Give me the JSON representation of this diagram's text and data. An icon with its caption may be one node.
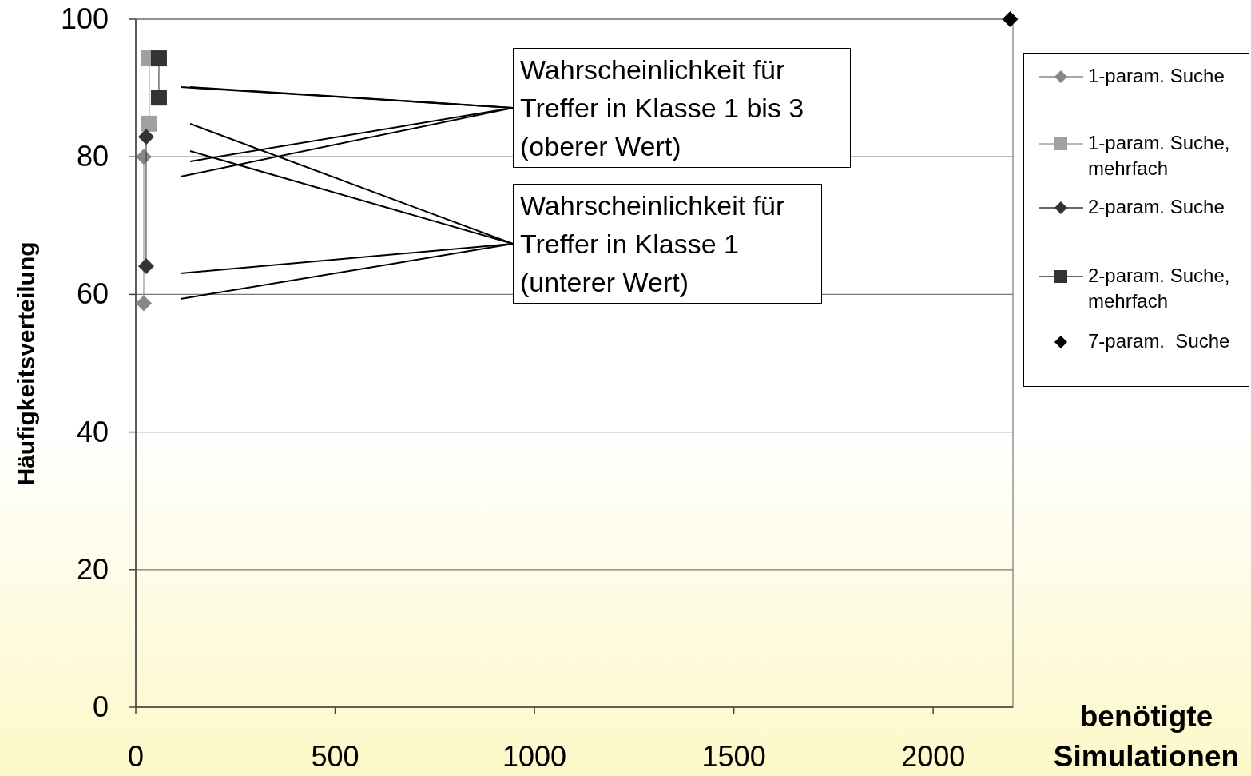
{
  "diagram": {
    "nodes": [
      {
        "text": [
          "Wahrscheinlichkeit für Treffer in Klasse 1 bis 3 (oberer Wert)"
        ]
      },
      {
        "text": [
          "Wahrscheinlichkeit für Treffer in Klasse 1 (unterer Wert)"
        ]
      }
    ],
    "edges": [
      {
        "from": 0,
        "to": null,
        "arrow": "none"
      },
      {
        "from": 0,
        "to": null,
        "arrow": "none"
      },
      {
        "from": 0,
        "to": null,
        "arrow": "none"
      },
      {
        "from": 0,
        "to": null,
        "arrow": "none"
      },
      {
        "from": 1,
        "to": null,
        "arrow": "none"
      },
      {
        "from": 1,
        "to": null,
        "arrow": "none"
      },
      {
        "from": 1,
        "to": null,
        "arrow": "none"
      },
      {
        "from": 1,
        "to": null,
        "arrow": "none"
      }
    ],
    "chart_data": {
      "type": "line",
      "grid": true,
      "legend": "right",
      "xlabel": "benötigte Simulationen",
      "ylabel": "Häufigkeitsverteilung",
      "xlim": [
        0,
        2200
      ],
      "ylim": [
        0,
        100
      ],
      "xticks": [
        0,
        500,
        1000,
        1500,
        2000
      ],
      "yticks": [
        0,
        20,
        40,
        60,
        80,
        100
      ],
      "series": [
        {
          "name": "1-param. Suche",
          "color": "#888888",
          "marker": "diamond",
          "x": [
            20,
            20
          ],
          "values": [
            80.0,
            58.7
          ]
        },
        {
          "name": "1-param. Suche, mehrfach",
          "color": "#a0a0a0",
          "marker": "square",
          "x": [
            34,
            34
          ],
          "values": [
            94.3,
            84.8
          ]
        },
        {
          "name": "2-param. Suche",
          "color": "#333333",
          "marker": "diamond",
          "x": [
            26,
            26
          ],
          "values": [
            82.9,
            64.1
          ]
        },
        {
          "name": "2-param. Suche, mehrfach",
          "color": "#333333",
          "marker": "square",
          "x": [
            58,
            58
          ],
          "values": [
            94.3,
            88.6
          ]
        },
        {
          "name": "7-param.  Suche",
          "color": "#000000",
          "marker": "diamond",
          "x": [
            2193
          ],
          "values": [
            100
          ]
        }
      ]
    }
  }
}
